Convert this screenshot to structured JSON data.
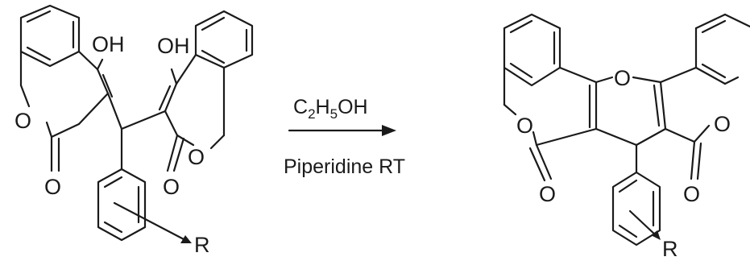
{
  "reactant": {
    "atoms": {
      "hydroxyl_left": "OH",
      "hydroxyl_right": "OH",
      "ring_oxygen_left": "O",
      "carbonyl_oxygen_left": "O",
      "ring_oxygen_right": "O",
      "carbonyl_oxygen_right": "O",
      "substituent": "R"
    }
  },
  "conditions": {
    "solvent_prefix": "C",
    "solvent_sub1": "2",
    "solvent_mid": "H",
    "solvent_sub2": "5",
    "solvent_suffix": "OH",
    "catalyst": "Piperidine RT"
  },
  "product": {
    "atoms": {
      "bridge_oxygen": "O",
      "ring_oxygen_left": "O",
      "carbonyl_oxygen_left": "O",
      "ring_oxygen_right": "O",
      "carbonyl_oxygen_right": "O",
      "substituent": "R"
    }
  }
}
